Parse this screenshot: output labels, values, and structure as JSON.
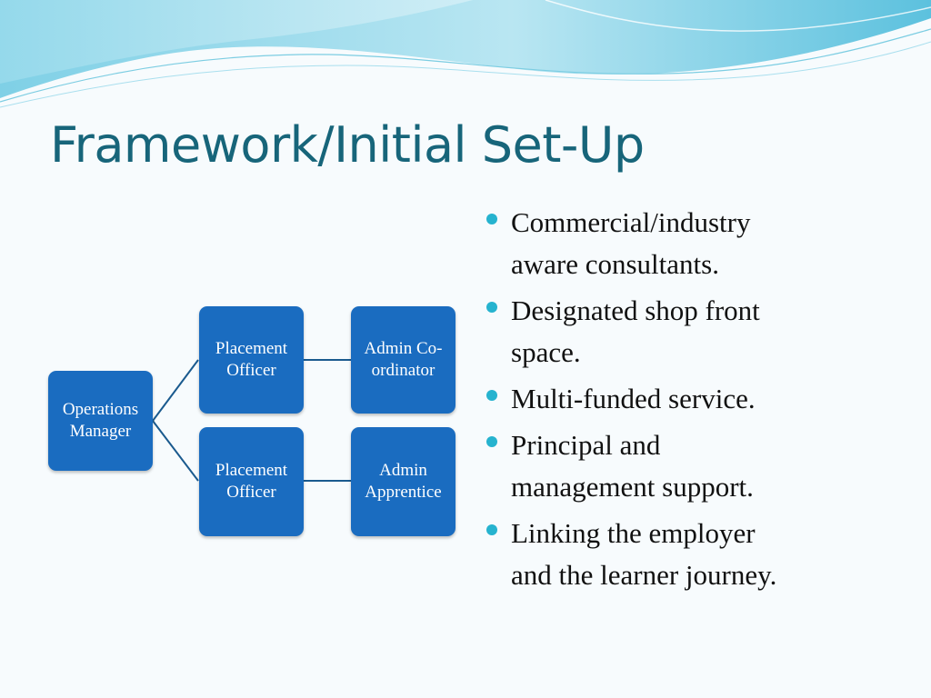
{
  "slide": {
    "title": "Framework/Initial Set-Up",
    "colors": {
      "title": "#17657a",
      "node_fill": "#1a6cc0",
      "bullet": "#26b3cf",
      "connector": "#1a5a8e"
    },
    "org_chart": {
      "root": {
        "label_line1": "Operations",
        "label_line2": "Manager"
      },
      "branches": [
        {
          "officer": {
            "label_line1": "Placement",
            "label_line2": "Officer"
          },
          "support": {
            "label_line1": "Admin Co-",
            "label_line2": "ordinator"
          }
        },
        {
          "officer": {
            "label_line1": "Placement",
            "label_line2": "Officer"
          },
          "support": {
            "label_line1": "Admin",
            "label_line2": "Apprentice"
          }
        }
      ]
    },
    "bullets": [
      {
        "line1": "Commercial/industry",
        "line2": "aware consultants."
      },
      {
        "line1": "Designated shop front",
        "line2": "space."
      },
      {
        "line1": "Multi-funded service.",
        "line2": ""
      },
      {
        "line1": "Principal and",
        "line2": "management support."
      },
      {
        "line1": "Linking the employer",
        "line2": "and the learner journey."
      }
    ]
  }
}
